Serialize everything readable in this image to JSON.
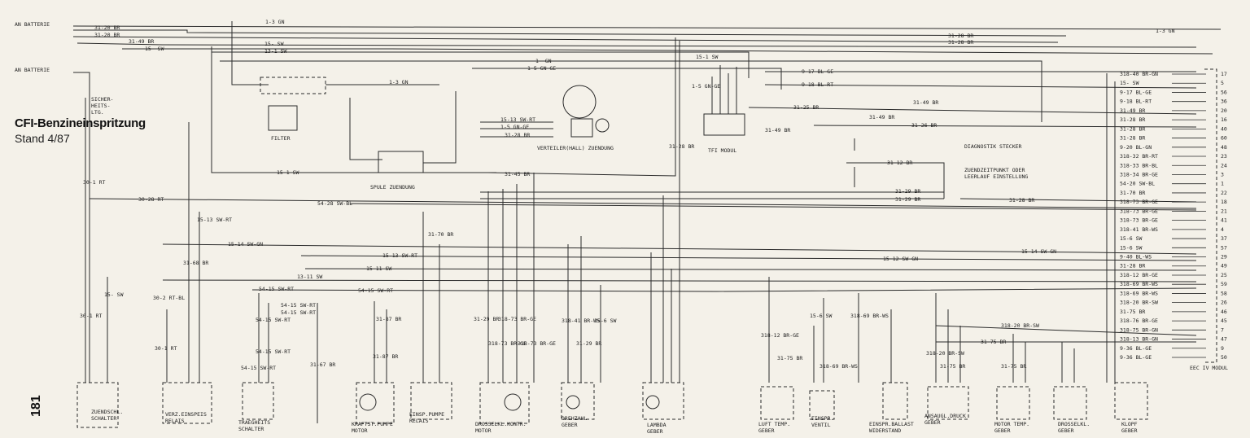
{
  "header": {
    "title": "CFI-Benzineinspritzung",
    "subtitle": "Stand 4/87",
    "page_number": "181"
  },
  "supply": {
    "battery_1": "AN BATTERIE",
    "battery_2": "AN BATTERIE",
    "fuse_note_1": "SICHER-",
    "fuse_note_2": "HEITS-",
    "fuse_note_3": "LTG."
  },
  "wires": {
    "w_1_3_gn": "1-3 GN",
    "w_31_20_br": "31-20 BR",
    "w_31_20_br_b": "31-20 BR",
    "w_31_49_br": "31-49 BR",
    "w_15_sw": "15- SW",
    "w_15_sw_b": "15- SW",
    "w_13_1_sw": "13-1 SW",
    "w_1_gn": "1- GN",
    "w_1_5_gn_ge": "1-5 GN-GE",
    "w_15_1_sw": "15-1 SW",
    "w_1_3_gn_b": "1-3 GN",
    "w_31_28_br": "31-28 BR",
    "w_31_28_br_b": "31-28 BR",
    "w_31_28_br_c": "31-28 BR",
    "w_9_17_bl_ge": "9-17 BL-GE",
    "w_9_18_bl_rt": "9-18 BL-RT",
    "w_31_25_br": "31-25 BR",
    "w_31_49_br_b": "31-49 BR",
    "w_31_26_br": "31-26 BR",
    "w_15_13_sw_rt": "15-13 SW-RT",
    "w_1_5_gn_ge_b": "1-5 GN-GE",
    "w_31_28_br_d": "31-28 BR",
    "w_31_45_br": "31-45 BR",
    "w_15_1_sw_b": "15-1 SW",
    "w_31_12_br": "31-12 BR",
    "w_31_29_br": "31-29 BR",
    "w_31_29_br_b": "31-29 BR",
    "w_31_28_br_e": "31-28 BR",
    "w_30_28_rt": "30-28 RT",
    "w_54_28_sw_bl": "54-28 SW-BL",
    "w_15_14_sw_gn": "15-14 SW-GN",
    "w_15_13_sw_rt_b": "15-13 SW-RT",
    "w_15_11_sw": "15-11 SW",
    "w_13_11_sw": "13-11 SW",
    "w_15_12_sw_gn": "15-12 SW-GN",
    "w_15_14_sw_gn_b": "15-14 SW-GN",
    "w_54_15_sw_rt": "54-15 SW-RT",
    "w_54_15_sw_rt_b": "54-15 SW-RT",
    "w_54_15_sw_rt_c": "54-15 SW-RT",
    "w_54_15_sw_rt_d": "54-15 SW-RT",
    "w_31_75_br": "31-75 BR",
    "w_318_20_br_sw": "318-20 BR-SW"
  },
  "vlabels": {
    "v_30_1_rt": "30-1 RT",
    "v_15_13_sw_rt": "15-13 SW-RT",
    "v_31_68_br": "31-68 BR",
    "v_15_sw": "15- SW",
    "v_30_2_rt_bl": "30-2 RT-BL",
    "v_30_1_rt_b": "30-1 RT",
    "v_30_1_rt_c": "30-1 RT",
    "v_54_15_sw_rt": "54-15 SW-RT",
    "v_54_15_sw_rt_b": "54-15 SW-RT",
    "v_54_15_sw_rt_c": "54-15 SW-RT",
    "v_31_87_br": "31-87 BR",
    "v_31_87_br_b": "31-87 BR",
    "v_31_67_br": "31-67 BR",
    "v_31_70_br": "31-70 BR",
    "v_31_29_br": "31-29 BR",
    "v_318_73_br_ge": "318-73 BR-GE",
    "v_318_73_br_ge_b": "318-73 BR-GE",
    "v_318_73_br_ge_c": "318-73 BR-GE",
    "v_318_41_br_ws": "318-41 BR-WS",
    "v_15_6_sw": "15-6 SW",
    "v_31_29_br_b": "31-29 BR",
    "v_31_28_br": "31-28 BR",
    "v_31_49_br": "31-49 BR",
    "v_1_5_gn_ge": "1-5 GN-GE",
    "v_31_49_br_b": "31-49 BR",
    "v_318_12_br_ge": "318-12 BR-GE",
    "v_31_75_br": "31-75 BR",
    "v_318_69_br_ws": "318-69 BR-WS",
    "v_15_6_sw_b": "15-6 SW",
    "v_318_69_br_ws_b": "318-69 BR-WS",
    "v_318_20_br_sw": "318-20 BR-SW",
    "v_31_75_br_b": "31-75 BR",
    "v_31_75_br_c": "31-75 BR"
  },
  "components": {
    "filter": "FILTER",
    "coil": "SPULE ZUENDUNG",
    "distributor": "VERTEILER(HALL) ZUENDUNG",
    "tfi": "TFI MODUL",
    "diag": "DIAGNOSTIK STECKER",
    "timing_1": "ZUENDZEITPUNKT ODER",
    "timing_2": "LEERLAUF EINSTELLUNG",
    "ign_switch_1": "ZUENDSCHL.",
    "ign_switch_2": "SCHALTER",
    "delay_relay_1": "VERZ.EINSPEIS",
    "delay_relay_2": "RELAIS",
    "inertia_1": "TRAEGHEITS",
    "inertia_2": "SCHALTER",
    "pump_1": "KRAFTST.PUMPE",
    "pump_2": "MOTOR",
    "pump_relay_1": "EINSP.PUMPE",
    "pump_relay_2": "RELAIS",
    "throttle_motor_1": "DROSSELKL.KONTR.",
    "throttle_motor_2": "MOTOR",
    "rpm_1": "DREHZAHL",
    "rpm_2": "GEBER",
    "lambda_1": "LAMBDA",
    "lambda_2": "GEBER",
    "air_temp_1": "LUFT TEMP.",
    "air_temp_2": "GEBER",
    "inj_valve_1": "EINSPR.",
    "inj_valve_2": "VENTIL",
    "ballast_1": "EINSPR.BALLAST",
    "ballast_2": "WIDERSTAND",
    "map_1": "ANSAUGL.DRUCK",
    "map_2": "GEBER",
    "coolant_1": "MOTOR TEMP.",
    "coolant_2": "GEBER",
    "tps_1": "DROSSELKL.",
    "tps_2": "GEBER",
    "knock_1": "KLOPF",
    "knock_2": "GEBER",
    "eec": "EEC IV MODUL"
  },
  "eec_pins": [
    {
      "wire": "318-40 BR-GN",
      "pin": "17"
    },
    {
      "wire": "15- SW",
      "pin": "5"
    },
    {
      "wire": "9-17 BL-GE",
      "pin": "56"
    },
    {
      "wire": "9-18 BL-RT",
      "pin": "36"
    },
    {
      "wire": "31-49 BR",
      "pin": "20"
    },
    {
      "wire": "31-28 BR",
      "pin": "16"
    },
    {
      "wire": "31-28 BR",
      "pin": "40"
    },
    {
      "wire": "31-28 BR",
      "pin": "60"
    },
    {
      "wire": "9-20 BL-GN",
      "pin": "48"
    },
    {
      "wire": "318-32 BR-RT",
      "pin": "23"
    },
    {
      "wire": "318-33 BR-BL",
      "pin": "24"
    },
    {
      "wire": "318-34 BR-GE",
      "pin": "3"
    },
    {
      "wire": "54-20 SW-BL",
      "pin": "1"
    },
    {
      "wire": "31-70 BR",
      "pin": "22"
    },
    {
      "wire": "318-73 BR-GE",
      "pin": "18"
    },
    {
      "wire": "318-73 BR-GE",
      "pin": "21"
    },
    {
      "wire": "318-73 BR-GE",
      "pin": "41"
    },
    {
      "wire": "318-41 BR-WS",
      "pin": "4"
    },
    {
      "wire": "15-6 SW",
      "pin": "37"
    },
    {
      "wire": "15-6 SW",
      "pin": "57"
    },
    {
      "wire": "9-40 BL-WS",
      "pin": "29"
    },
    {
      "wire": "31-28 BR",
      "pin": "49"
    },
    {
      "wire": "318-12 BR-GE",
      "pin": "25"
    },
    {
      "wire": "318-69 BR-WS",
      "pin": "59"
    },
    {
      "wire": "318-69 BR-WS",
      "pin": "58"
    },
    {
      "wire": "318-20 BR-SW",
      "pin": "26"
    },
    {
      "wire": "31-75 BR",
      "pin": "46"
    },
    {
      "wire": "318-76 BR-GE",
      "pin": "45"
    },
    {
      "wire": "318-75 BR-GN",
      "pin": "7"
    },
    {
      "wire": "318-13 BR-GN",
      "pin": "47"
    },
    {
      "wire": "9-36 BL-GE",
      "pin": "9"
    },
    {
      "wire": "9-36 BL-GE",
      "pin": "50"
    }
  ],
  "top_right_label": "1-3 GN",
  "colors": {
    "paper": "#f4f1e9",
    "ink": "#2a2a2a"
  }
}
